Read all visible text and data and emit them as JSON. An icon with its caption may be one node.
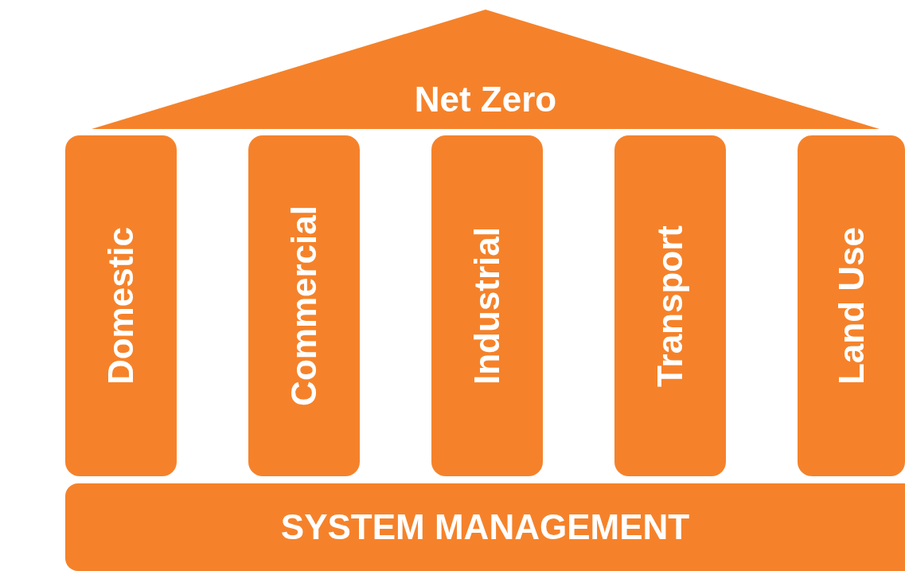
{
  "diagram": {
    "nodes": [
      {
        "text": [
          "Net Zero"
        ]
      },
      {
        "text": [
          "Domestic"
        ]
      },
      {
        "text": [
          "Commercial"
        ]
      },
      {
        "text": [
          "Industrial"
        ]
      },
      {
        "text": [
          "Transport"
        ]
      },
      {
        "text": [
          "Land Use"
        ]
      },
      {
        "text": [
          "SYSTEM MANAGEMENT"
        ]
      }
    ]
  }
}
